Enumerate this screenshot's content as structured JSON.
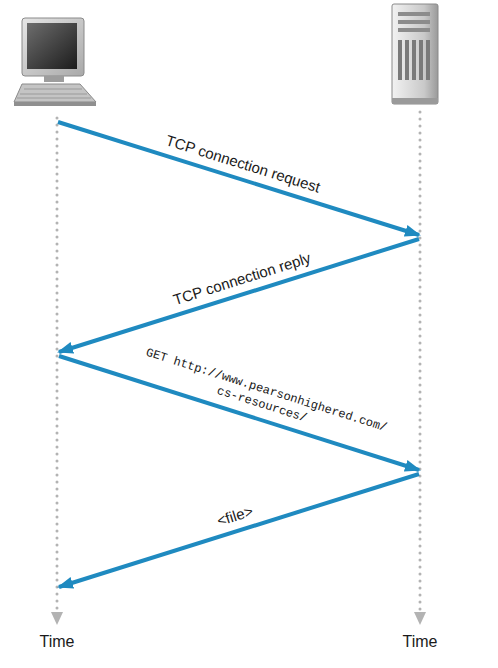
{
  "diagram": {
    "labels": [
      "TCP connection request",
      "TCP connection reply",
      "GET http://www.pearsonhighered.com/ cs-resources/",
      "<file>",
      "Time",
      "Time"
    ]
  }
}
